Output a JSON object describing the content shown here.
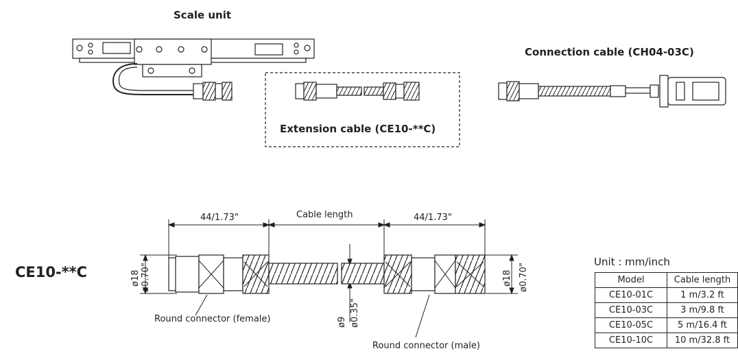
{
  "top": {
    "scale_unit_label": "Scale unit",
    "connection_cable_label": "Connection cable (CH04-03C)",
    "extension_cable_label": "Extension cable (CE10-**C)"
  },
  "dimensions": {
    "left_length": "44/1.73\"",
    "cable_length": "Cable length",
    "right_length": "44/1.73\"",
    "left_dia_mm": "ø18",
    "left_dia_in": "ø0.70\"",
    "right_dia_mm": "ø18",
    "right_dia_in": "ø0.70\"",
    "cable_dia_mm": "ø9",
    "cable_dia_in": "ø0.35\""
  },
  "model_label": "CE10-**C",
  "female_label": "Round connector (female)",
  "male_label": "Round connector (male)",
  "unit_label": "Unit : mm/inch",
  "table": {
    "headers": [
      "Model",
      "Cable length"
    ],
    "rows": [
      [
        "CE10-01C",
        "1 m/3.2 ft"
      ],
      [
        "CE10-03C",
        "3 m/9.8 ft"
      ],
      [
        "CE10-05C",
        "5 m/16.4 ft"
      ],
      [
        "CE10-10C",
        "10 m/32.8 ft"
      ]
    ]
  }
}
